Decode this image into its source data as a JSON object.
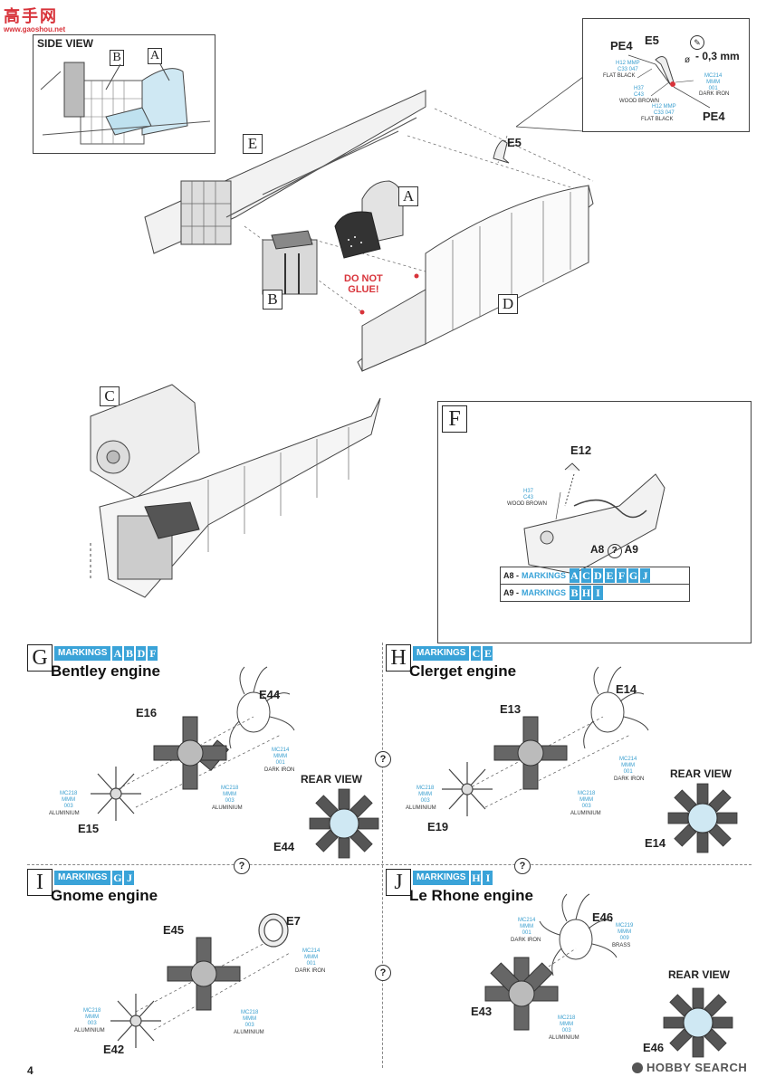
{
  "watermark": {
    "top_text": "高手网",
    "url": "www.gaoshou.net",
    "brand": "HOBBY SEARCH"
  },
  "page_number": "4",
  "side_view": {
    "title": "SIDE VIEW",
    "labels": [
      "B",
      "A"
    ]
  },
  "main_assembly": {
    "labels": {
      "A": "A",
      "B": "B",
      "D": "D",
      "E": "E"
    },
    "part_E5": "E5",
    "do_not_glue": "DO NOT\nGLUE!"
  },
  "pe_callout": {
    "pe4_top": "PE4",
    "e5": "E5",
    "thickness": "- 0,3 mm",
    "pe4_bottom": "PE4",
    "dia_symbol": "ø",
    "paints": [
      {
        "code": "H12  MMP\nC33  047",
        "name": "FLAT BLACK",
        "color": "#3a9fcf"
      },
      {
        "code": "H37\nC43",
        "name": "WOOD BROWN",
        "color": "#3a9fcf"
      },
      {
        "code": "H12  MMP\nC33  047",
        "name": "FLAT BLACK",
        "color": "#3a9fcf"
      },
      {
        "code": "MC214\nMMM\n001",
        "name": "DARK IRON",
        "color": "#3a9fcf"
      }
    ]
  },
  "step_C": {
    "label": "C"
  },
  "step_F": {
    "label": "F",
    "part": "E12",
    "paint": {
      "code": "H37\nC43",
      "name": "WOOD BROWN"
    },
    "options": "A8 ? A9",
    "markings": [
      {
        "prefix": "A8 -",
        "label": "MARKINGS",
        "letters": [
          "A",
          "C",
          "D",
          "E",
          "F",
          "G",
          "J"
        ]
      },
      {
        "prefix": "A9 -",
        "label": "MARKINGS",
        "letters": [
          "B",
          "H",
          "I"
        ]
      }
    ]
  },
  "engines": [
    {
      "step": "G",
      "markings_label": "MARKINGS",
      "letters": [
        "A",
        "B",
        "D",
        "F"
      ],
      "title": "Bentley engine",
      "parts": [
        "E16",
        "E44",
        "E15",
        "E44"
      ],
      "rear_view": "REAR VIEW",
      "paints": [
        {
          "code": "MC214\nMMM\n001",
          "name": "DARK IRON"
        },
        {
          "code": "MC218\nMMM\n003",
          "name": "ALUMINIUM"
        },
        {
          "code": "MC218\nMMM\n003",
          "name": "ALUMINIUM"
        }
      ]
    },
    {
      "step": "H",
      "markings_label": "MARKINGS",
      "letters": [
        "C",
        "E"
      ],
      "title": "Clerget engine",
      "parts": [
        "E13",
        "E14",
        "E19",
        "E14"
      ],
      "rear_view": "REAR VIEW",
      "paints": [
        {
          "code": "MC214\nMMM\n001",
          "name": "DARK IRON"
        },
        {
          "code": "MC218\nMMM\n003",
          "name": "ALUMINIUM"
        },
        {
          "code": "MC218\nMMM\n003",
          "name": "ALUMINIUM"
        }
      ]
    },
    {
      "step": "I",
      "markings_label": "MARKINGS",
      "letters": [
        "G",
        "J"
      ],
      "title": "Gnome engine",
      "parts": [
        "E45",
        "E7",
        "E42"
      ],
      "rear_view": "",
      "paints": [
        {
          "code": "MC214\nMMM\n001",
          "name": "DARK IRON"
        },
        {
          "code": "MC218\nMMM\n003",
          "name": "ALUMINIUM"
        },
        {
          "code": "MC218\nMMM\n003",
          "name": "ALUMINIUM"
        }
      ]
    },
    {
      "step": "J",
      "markings_label": "MARKINGS",
      "letters": [
        "H",
        "I"
      ],
      "title": "Le Rhone engine",
      "parts": [
        "E46",
        "E43",
        "E46"
      ],
      "rear_view": "REAR VIEW",
      "paints": [
        {
          "code": "MC214\nMMM\n001",
          "name": "DARK IRON"
        },
        {
          "code": "MC219\nMMM\n009",
          "name": "BRASS"
        },
        {
          "code": "MC218\nMMM\n003",
          "name": "ALUMINIUM"
        }
      ]
    }
  ],
  "question_mark": "?"
}
